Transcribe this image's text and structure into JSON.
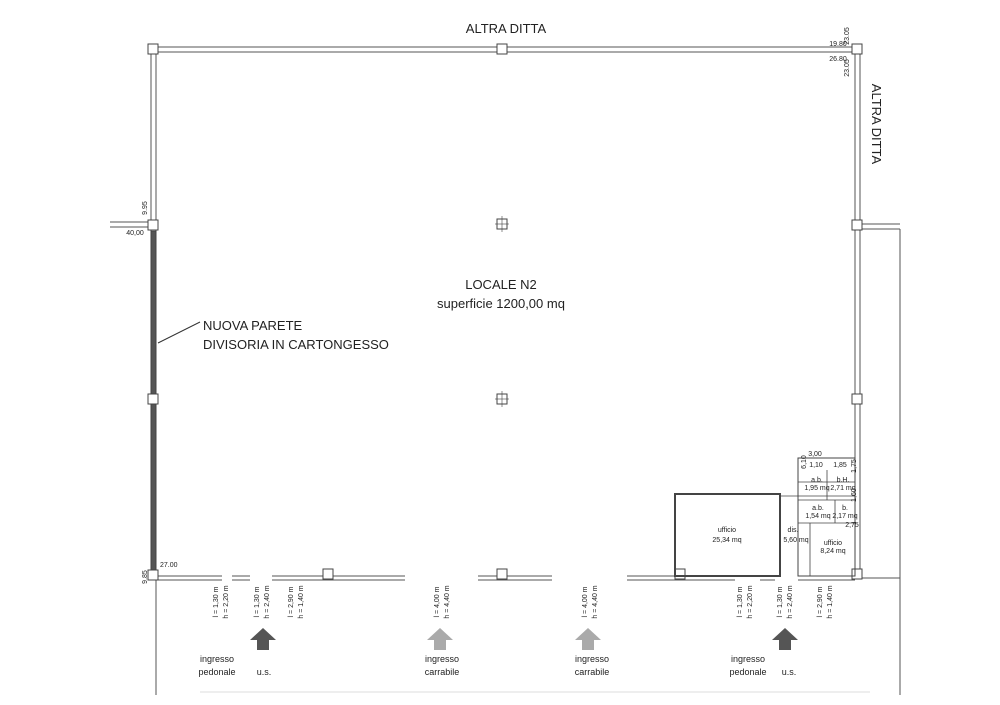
{
  "labels": {
    "neighbor_top": "ALTRA DITTA",
    "neighbor_right": "ALTRA DITTA",
    "room_name": "LOCALE N2",
    "room_area": "superficie 1200,00 mq",
    "partition_line1": "NUOVA PARETE",
    "partition_line2": "DIVISORIA IN CARTONGESSO"
  },
  "dimensions": {
    "top_right_a": "19.80",
    "top_right_b": "26.80",
    "top_right_v1": "23.05",
    "top_right_v2": "23.05",
    "left_v": "9.95",
    "left_40": "40,00",
    "bottom_left_27": "27.00",
    "bottom_left_v": "9.85",
    "service_width": "3,00",
    "service_h1": "6,10",
    "service_w1": "1,10",
    "service_w2": "1,85",
    "service_h2": "1,75",
    "service_h3": "1,60",
    "service_w3": "2,75"
  },
  "rooms": [
    {
      "name": "ufficio",
      "area": "25,34 mq"
    },
    {
      "name": "ufficio",
      "area": "8,24 mq"
    },
    {
      "name": "dis.",
      "area": "5,60 mq"
    },
    {
      "name": "a.b.",
      "area": "1,95 mq"
    },
    {
      "name": "b.H.",
      "area": "2,71 mq"
    },
    {
      "name": "a.b.",
      "area": "1,54 mq"
    },
    {
      "name": "b.",
      "area": "2,17 mq"
    }
  ],
  "openings": [
    {
      "w": "l = 1,30 m",
      "h": "h = 2,20 m"
    },
    {
      "w": "l = 1,30 m",
      "h": "h = 2,40 m"
    },
    {
      "w": "l = 2,90 m",
      "h": "h = 1,40 m"
    },
    {
      "w": "l = 4,00 m",
      "h": "h = 4,40 m"
    },
    {
      "w": "l = 4,00 m",
      "h": "h = 4,40 m"
    },
    {
      "w": "l = 1,30 m",
      "h": "h = 2,20 m"
    },
    {
      "w": "l = 1,30 m",
      "h": "h = 2,40 m"
    },
    {
      "w": "l = 2,90 m",
      "h": "h = 1,40 m"
    }
  ],
  "entrances": [
    {
      "line1": "ingresso",
      "line2": "pedonale",
      "extra": "u.s.",
      "color": "#555555"
    },
    {
      "line1": "ingresso",
      "line2": "carrabile",
      "extra": "",
      "color": "#aaaaaa"
    },
    {
      "line1": "ingresso",
      "line2": "carrabile",
      "extra": "",
      "color": "#aaaaaa"
    },
    {
      "line1": "ingresso",
      "line2": "pedonale",
      "extra": "u.s.",
      "color": "#555555"
    }
  ]
}
